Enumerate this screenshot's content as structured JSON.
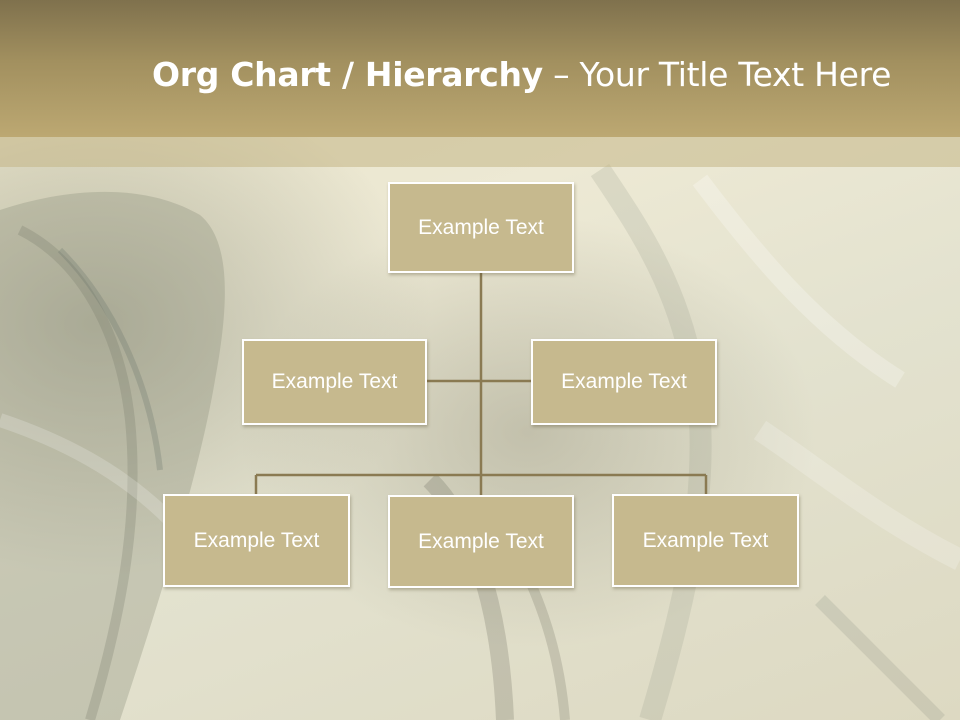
{
  "slide": {
    "title_bold": "Org Chart / Hierarchy",
    "title_dash": " – ",
    "title_rest": "Your Title Text Here",
    "colors": {
      "header": "#a2905f",
      "box_fill": "#c6b98e",
      "connector": "#8a7a52",
      "box_border": "#ffffff"
    }
  },
  "org_chart": {
    "top": {
      "label": "Example Text"
    },
    "assistants": [
      {
        "label": "Example Text"
      },
      {
        "label": "Example Text"
      }
    ],
    "subordinates": [
      {
        "label": "Example Text"
      },
      {
        "label": "Example Text"
      },
      {
        "label": "Example Text"
      }
    ]
  }
}
